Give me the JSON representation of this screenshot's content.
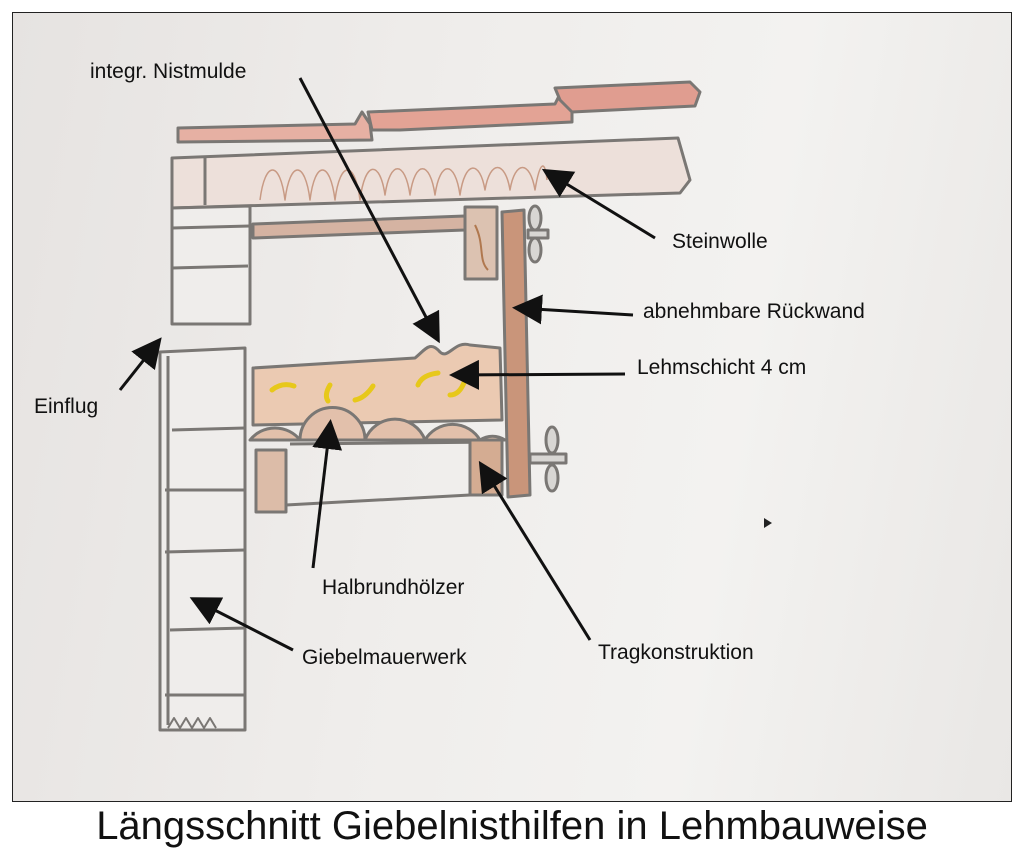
{
  "title": "Längsschnitt Giebelnisthilfen in Lehmbauweise",
  "labels": {
    "nistmulde": "integr. Nistmulde",
    "steinwolle": "Steinwolle",
    "rueckwand": "abnehmbare Rückwand",
    "lehmschicht": "Lehmschicht 4 cm",
    "einflug": "Einflug",
    "halbrund": "Halbrundhölzer",
    "trag": "Tragkonstruktion",
    "giebel": "Giebelmauerwerk"
  },
  "colors": {
    "tile": "#e3a79a",
    "wood": "#c9957a",
    "clay": "#e8c3a8",
    "straw": "#e7c81a",
    "pencil": "#7a7774"
  }
}
